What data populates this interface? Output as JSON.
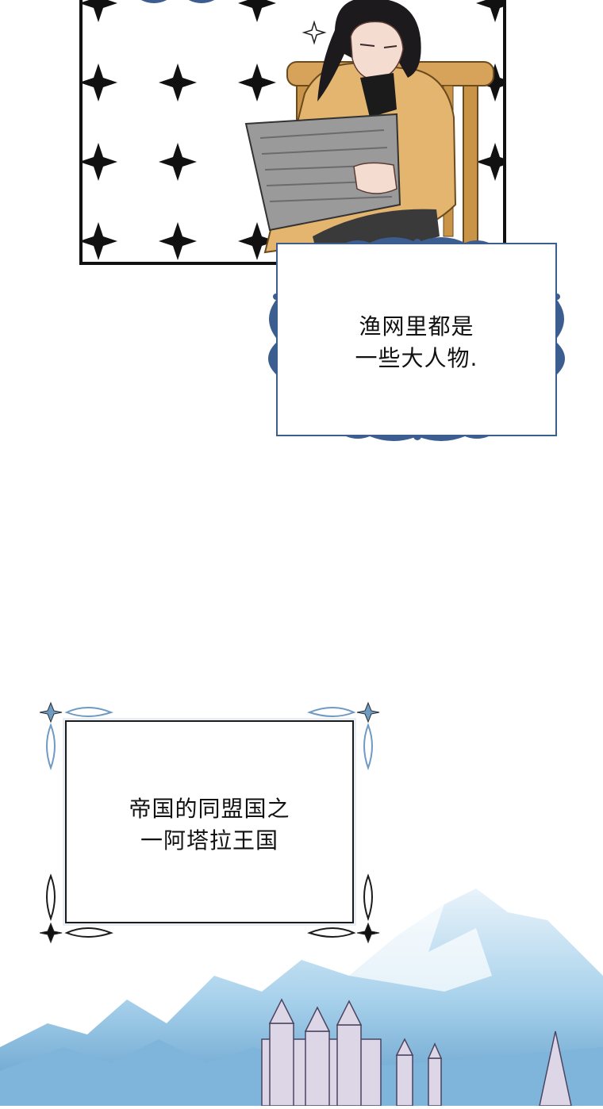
{
  "captions": {
    "first": {
      "line1": "渔网里都是",
      "line2": "一些大人物."
    },
    "second": {
      "line1": "帝国的同盟国之",
      "line2": "一阿塔拉王国"
    }
  },
  "colors": {
    "ornament_blue": "#3c5d8f",
    "panel_border": "#111111",
    "mountain_blue": "#8fc3e4"
  }
}
